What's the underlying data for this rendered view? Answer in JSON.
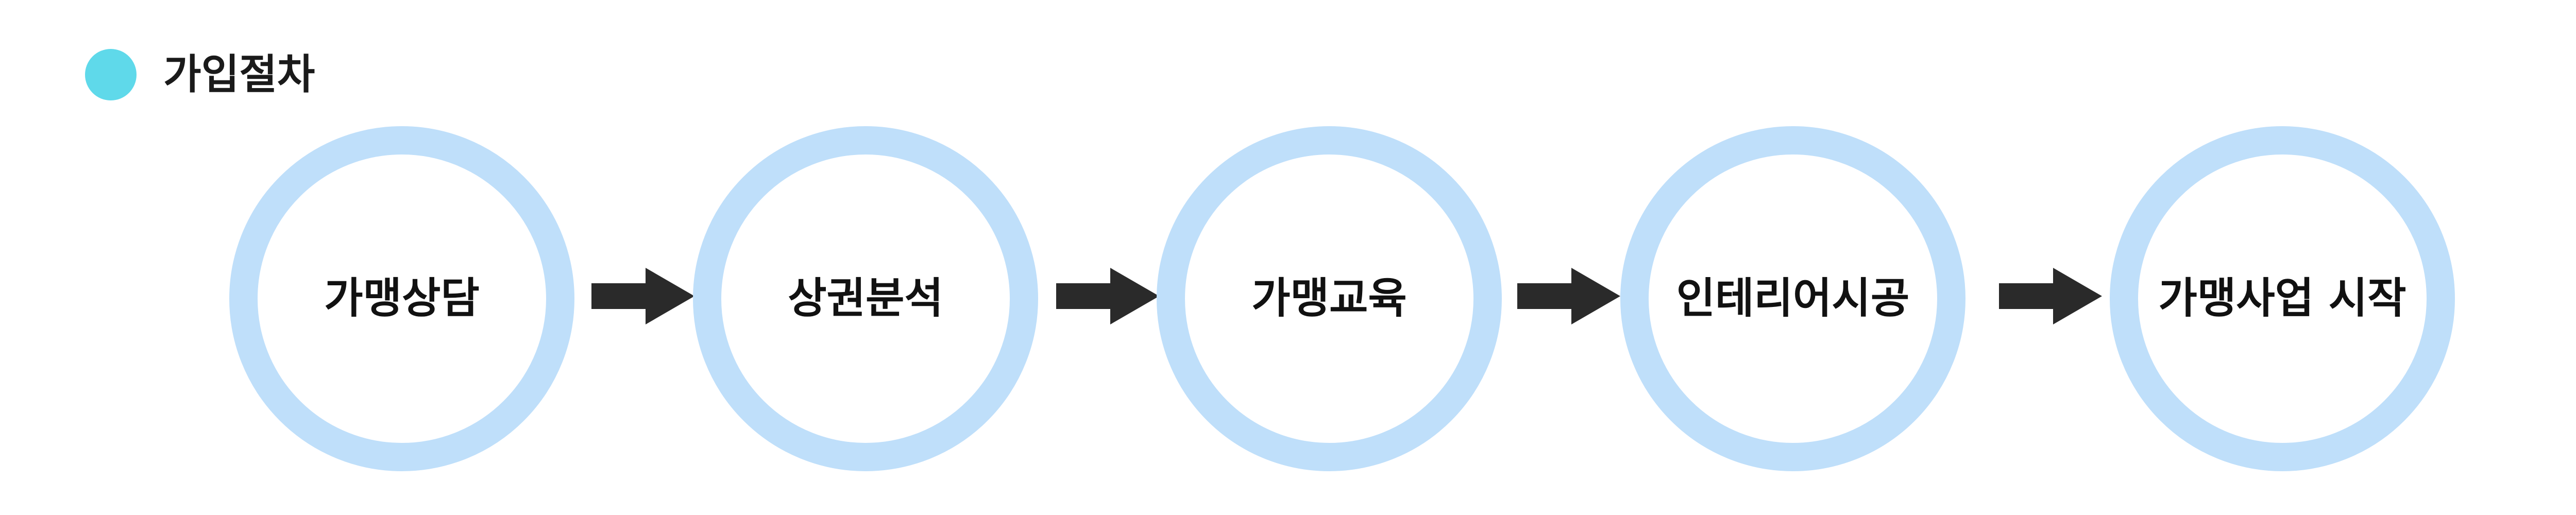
{
  "heading": {
    "title": "가입절차",
    "dot_color": "#5fd9ea"
  },
  "steps": [
    {
      "label": "가맹상담"
    },
    {
      "label": "상권분석"
    },
    {
      "label": "가맹교육"
    },
    {
      "label": "인테리어시공"
    },
    {
      "label": "가맹사업 시작"
    }
  ],
  "colors": {
    "circle_ring": "#bfdffa",
    "arrow": "#2a2a2a"
  },
  "icons": {
    "arrow": "right-arrow-icon",
    "bullet": "bullet-dot-icon"
  }
}
